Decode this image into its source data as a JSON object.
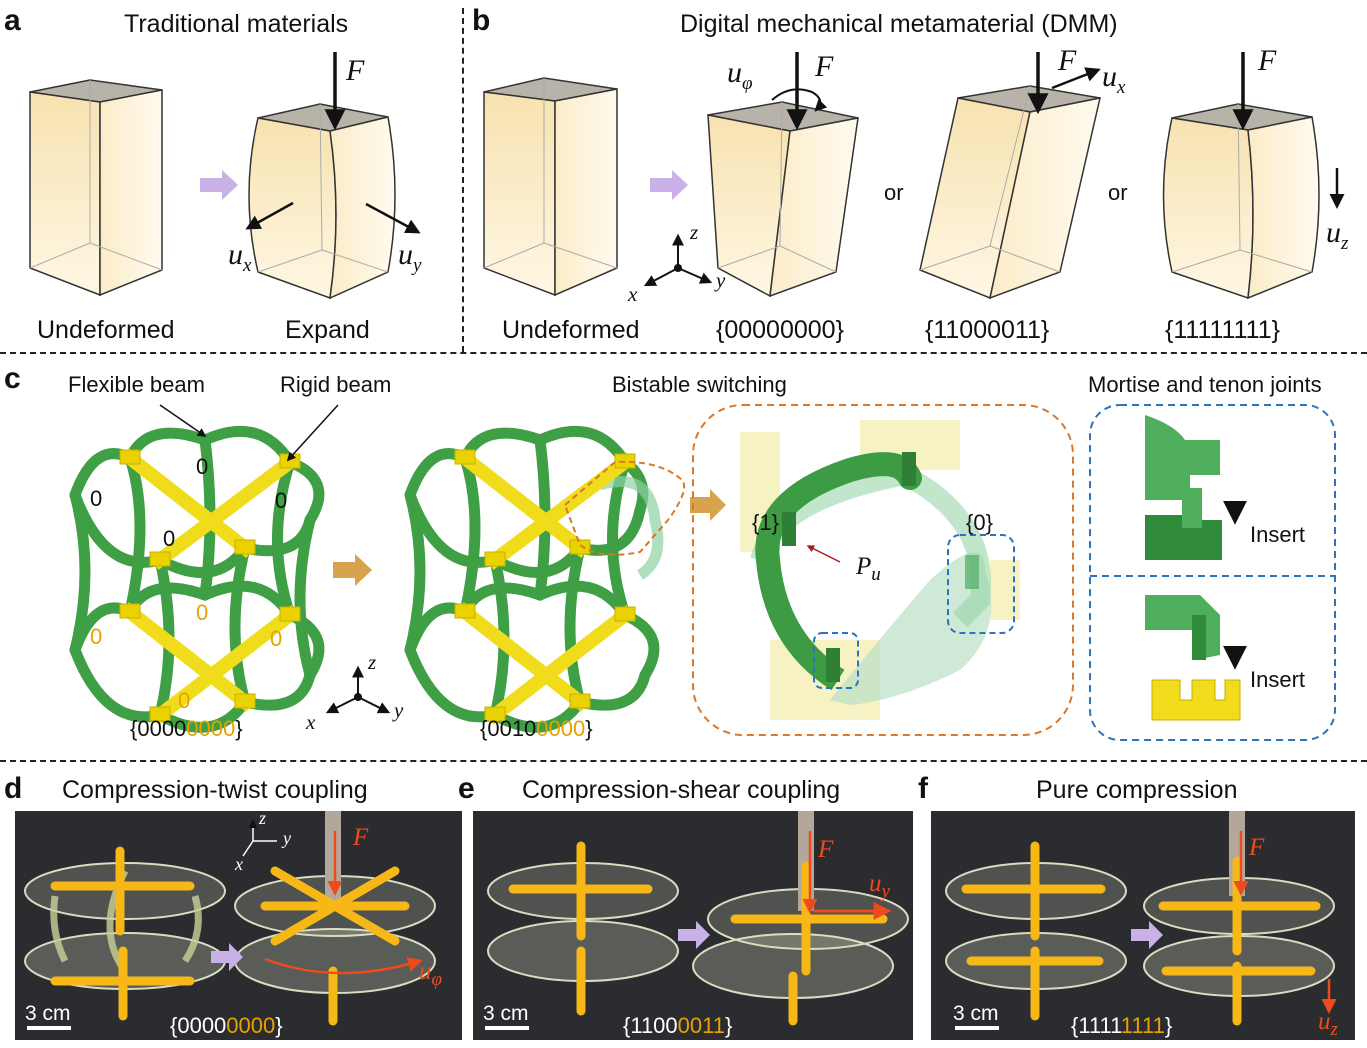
{
  "panels": {
    "a": {
      "label": "a",
      "title": "Traditional materials",
      "cap_left": "Undeformed",
      "cap_right": "Expand",
      "force": "F",
      "ux": "u",
      "ux_sub": "x",
      "uy": "u",
      "uy_sub": "y"
    },
    "b": {
      "label": "b",
      "title": "Digital mechanical metamaterial (DMM)",
      "cap_undeformed": "Undeformed",
      "code1": "{00000000}",
      "code2": "{11000011}",
      "code3": "{11111111}",
      "or": "or",
      "force": "F",
      "uphi": "u",
      "uphi_sub": "φ",
      "ux": "u",
      "ux_sub": "x",
      "uz": "u",
      "uz_sub": "z",
      "axis_x": "x",
      "axis_y": "y",
      "axis_z": "z"
    },
    "c": {
      "label": "c",
      "flexible_beam": "Flexible beam",
      "rigid_beam": "Rigid beam",
      "bistable": "Bistable switching",
      "mortise": "Mortise and tenon joints",
      "code1_a": "{0000",
      "code1_b": "0000",
      "code1_c": "}",
      "code2_a": "{0010",
      "code2_b": "0000",
      "code2_c": "}",
      "state1": "{1}",
      "state0": "{0}",
      "pu": "P",
      "pu_sub": "u",
      "insert": "Insert",
      "zero": "0",
      "axis_x": "x",
      "axis_y": "y",
      "axis_z": "z"
    },
    "d": {
      "label": "d",
      "title": "Compression-twist coupling",
      "scale": "3 cm",
      "code_a": "{0000",
      "code_b": "0000",
      "code_c": "}",
      "force": "F",
      "uphi": "u",
      "uphi_sub": "φ",
      "axis_x": "x",
      "axis_y": "y",
      "axis_z": "z"
    },
    "e": {
      "label": "e",
      "title": "Compression-shear coupling",
      "scale": "3 cm",
      "code_a": "{1100",
      "code_b": "0011",
      "code_c": "}",
      "force": "F",
      "uy": "u",
      "uy_sub": "y"
    },
    "f": {
      "label": "f",
      "title": "Pure compression",
      "scale": "3 cm",
      "code_a": "{1111",
      "code_b": "1111",
      "code_c": "}",
      "force": "F",
      "uz": "u",
      "uz_sub": "z"
    }
  },
  "colors": {
    "flexible": "#3f9f45",
    "rigid": "#f4e21c",
    "highlight": "#e8a200",
    "bistable_box": "#d9782a",
    "joint_box": "#2a74c0",
    "arrow": "#c9b0e6",
    "force_photo": "#ee4b1d"
  }
}
